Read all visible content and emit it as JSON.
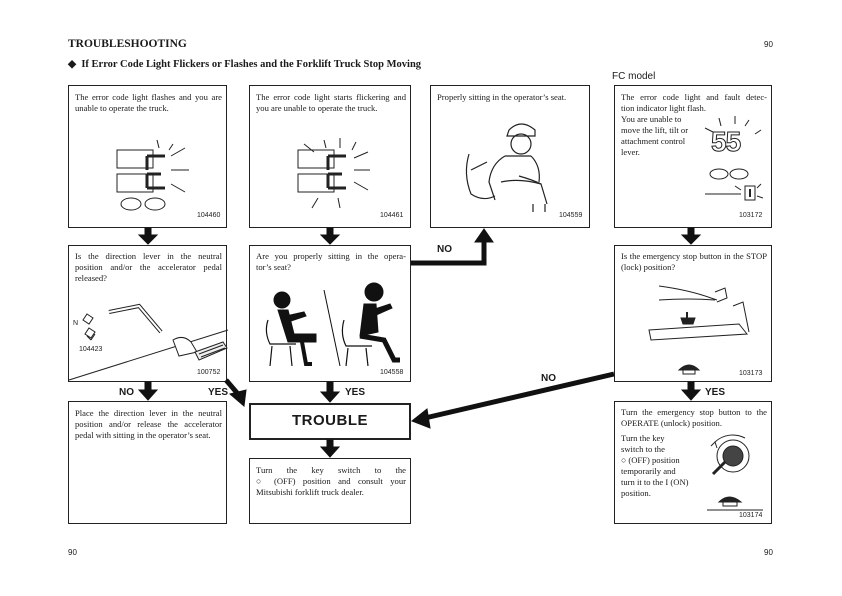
{
  "header": {
    "title": "TROUBLESHOOTING",
    "page_top": "90",
    "subtitle_bullet": "◆",
    "subtitle": "If Error Code Light Flickers or Flashes and the Forklift Truck Stop Moving",
    "fc_model": "FC model"
  },
  "boxes": {
    "b1": {
      "text": "The error code light flashes and you are unable to operate the truck.",
      "code": "104460"
    },
    "b2": {
      "text": "The error code light starts flickering and you are unable to operate the truck.",
      "code": "104461"
    },
    "b3": {
      "text": "Properly sitting in the operator’s seat.",
      "code": "104559"
    },
    "b4": {
      "line1": "The error code light and fault detec-",
      "line2": "tion indicator light flash.",
      "rest": [
        "You are unable to",
        "move the lift, tilt or",
        "attachment control",
        "lever."
      ],
      "code": "103172",
      "display": "55"
    },
    "b5": {
      "text": "Is the direction lever in the neutral position and/or the accelerator pedal released?",
      "code1": "104423",
      "code2": "100752",
      "n_label": "N"
    },
    "b6": {
      "line1": "Are you properly sitting in the opera-",
      "line2": "tor’s seat?",
      "code": "104558"
    },
    "b7": {
      "text": "Is the emergency stop button in the STOP (lock) position?",
      "code": "103173"
    },
    "b8": {
      "text": "Place the direction lever in the neutral position and/or release the accelerator pedal with sitting in the operator’s seat."
    },
    "trouble": {
      "text": "TROUBLE"
    },
    "b9": {
      "line1": "Turn the key switch to the",
      "line2": "○ (OFF) position and consult your",
      "line3": "Mitsubishi forklift truck dealer."
    },
    "b10": {
      "text": "Turn the emergency stop button to the OPERATE (unlock) position.",
      "rest": [
        "Turn the key",
        "switch to the",
        "○ (OFF) position",
        "temporarily and",
        "turn it to the I (ON)",
        "position."
      ],
      "code": "103174"
    }
  },
  "labels": {
    "no_left": "NO",
    "yes_left": "YES",
    "yes_mid": "YES",
    "no_top": "NO",
    "no_right": "NO",
    "yes_right": "YES"
  },
  "footer": {
    "left": "90",
    "right": "90"
  }
}
